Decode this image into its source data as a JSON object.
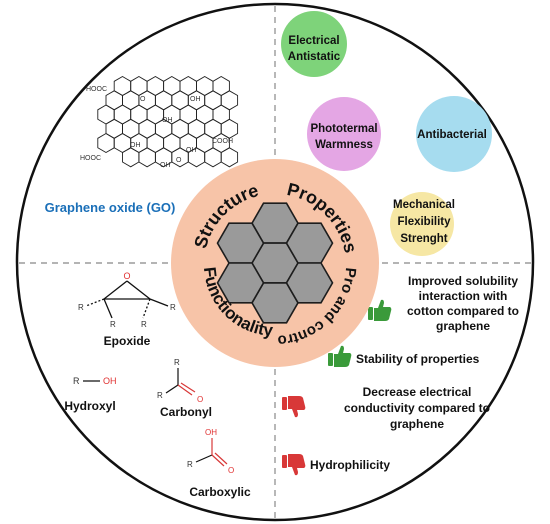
{
  "center": {
    "structure": "Structure",
    "properties": "Properties",
    "functionality": "Functionality",
    "pro_contro": "Pro and contro"
  },
  "structure": {
    "caption": "Graphene oxide (GO)",
    "group_labels": [
      "HOOC",
      "HOOC",
      "COOH",
      "OH",
      "OH",
      "OH",
      "OH",
      "OH",
      "O",
      "O"
    ]
  },
  "properties": [
    {
      "line1": "Electrical",
      "line2": "Antistatic",
      "color": "#7ed37a"
    },
    {
      "line1": "Phototermal",
      "line2": "Warmness",
      "color": "#e4a6e4"
    },
    {
      "line1": "Antibacterial",
      "line2": "",
      "color": "#a6dcef"
    },
    {
      "line1": "Mechanical",
      "line2": "Flexibility",
      "line3": "Strenght",
      "color": "#f6e7a4"
    }
  ],
  "functional_groups": {
    "epoxide": "Epoxide",
    "hydroxyl": "Hydroxyl",
    "carbonyl": "Carbonyl",
    "carboxylic": "Carboxylic",
    "r": "R",
    "o": "O",
    "oh": "OH"
  },
  "pros": [
    {
      "lines": [
        "Improved solubility",
        "interaction with",
        "cotton compared to",
        "graphene"
      ]
    },
    {
      "lines": [
        "Stability of properties"
      ]
    }
  ],
  "cons": [
    {
      "lines": [
        "Decrease electrical",
        "conductivity compared to",
        "graphene"
      ]
    },
    {
      "lines": [
        "Hydrophilicity"
      ]
    }
  ],
  "colors": {
    "center_fill": "#f7c4a8",
    "hex_fill": "#9a9a9a",
    "thumb_up": "#3a9a3a",
    "thumb_down": "#d83838",
    "caption_blue": "#1a6fb8"
  }
}
